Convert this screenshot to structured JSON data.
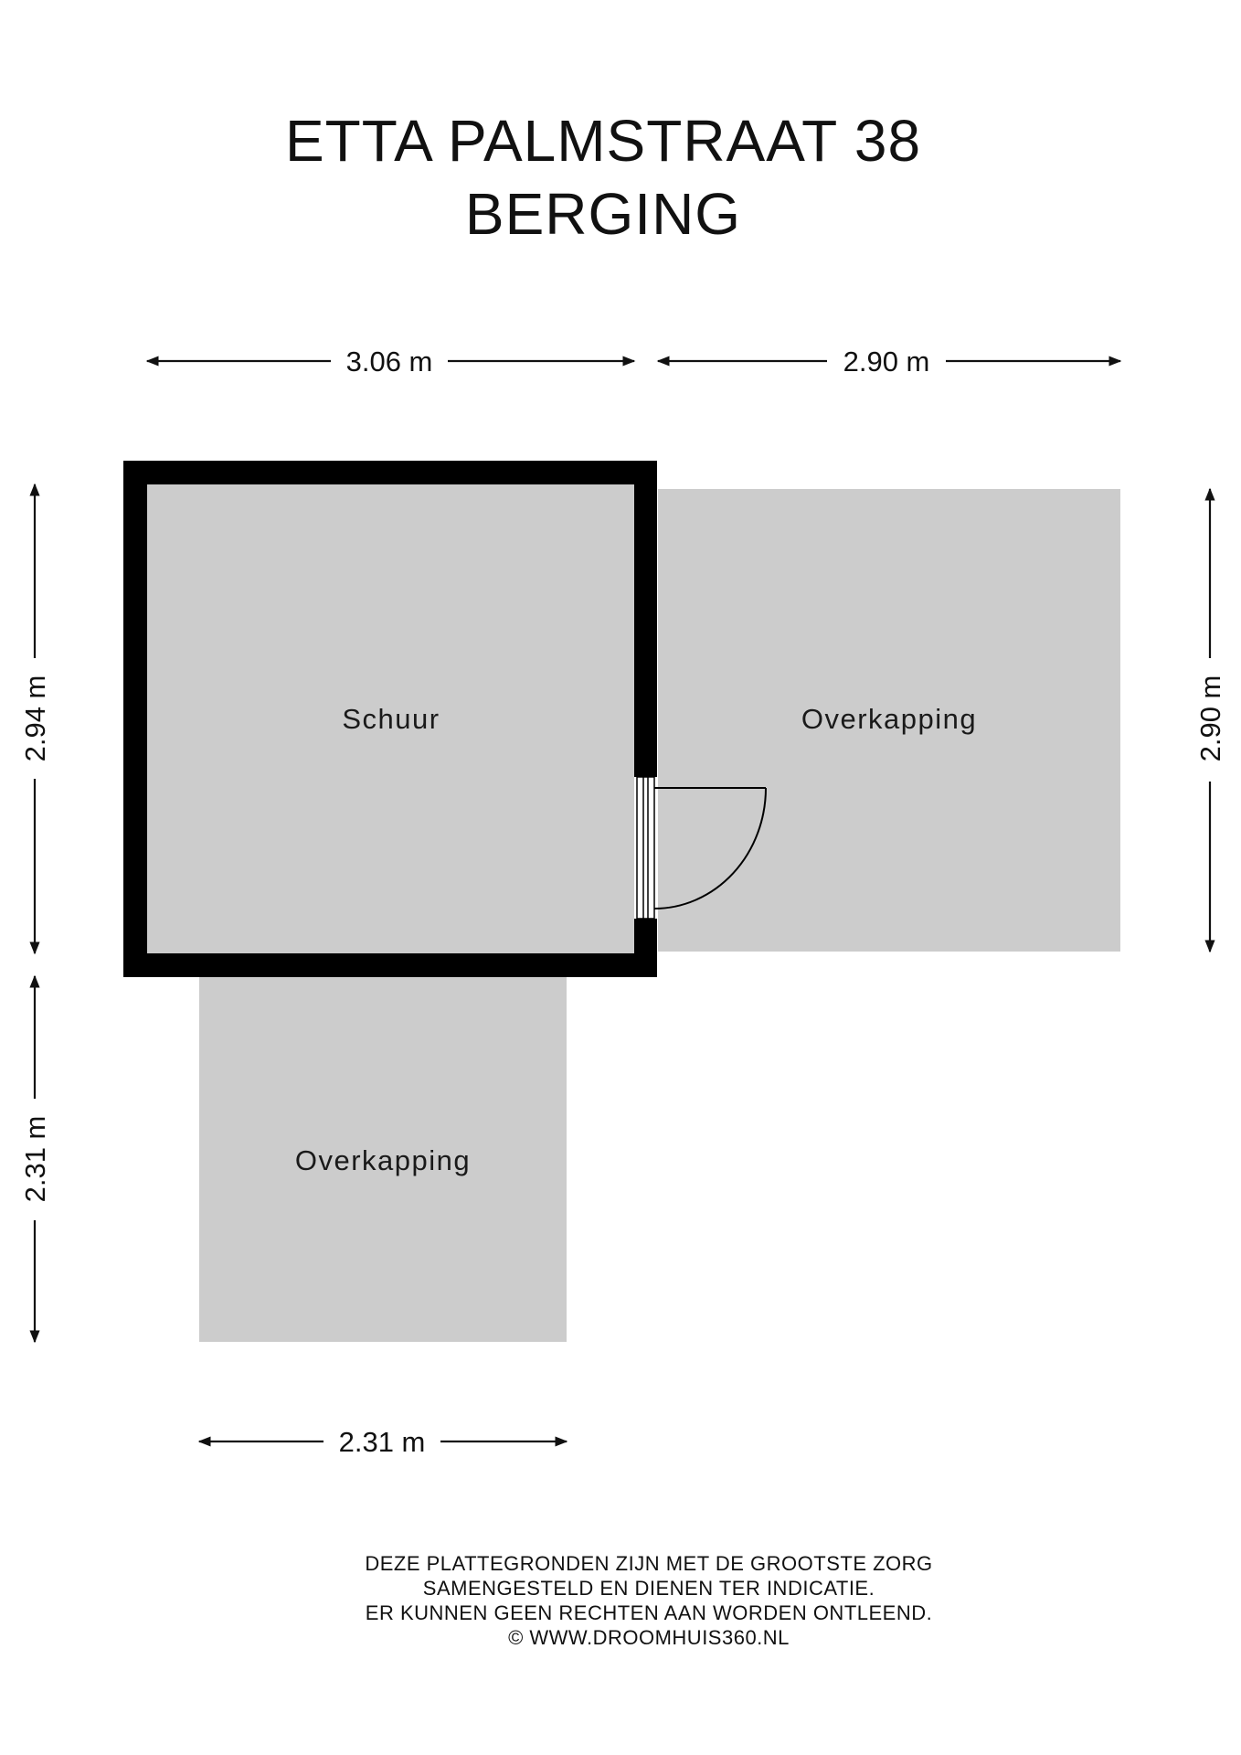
{
  "header": {
    "title_line1": "ETTA PALMSTRAAT 38",
    "title_line2": "BERGING"
  },
  "dimensions": {
    "top_left_width": "3.06 m",
    "top_right_width": "2.90 m",
    "left_upper_height": "2.94 m",
    "left_lower_height": "2.31 m",
    "right_height": "2.90 m",
    "bottom_width": "2.31 m"
  },
  "rooms": {
    "schuur": "Schuur",
    "overkapping_right": "Overkapping",
    "overkapping_bottom": "Overkapping"
  },
  "disclaimer": {
    "line1": "DEZE PLATTEGRONDEN ZIJN MET DE GROOTSTE ZORG",
    "line2": "SAMENGESTELD EN DIENEN TER INDICATIE.",
    "line3": "ER KUNNEN GEEN RECHTEN AAN WORDEN ONTLEEND.",
    "line4": "© WWW.DROOMHUIS360.NL"
  },
  "colors": {
    "room_fill": "#cccccc",
    "wall": "#000000",
    "background": "#ffffff"
  }
}
